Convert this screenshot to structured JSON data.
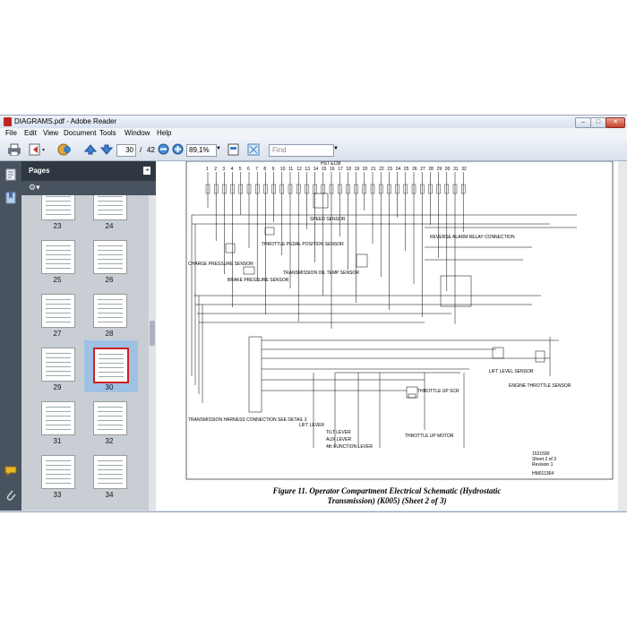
{
  "window": {
    "title": "DIAGRAMS.pdf - Adobe Reader",
    "minimize": "–",
    "maximize": "□",
    "close": "✕"
  },
  "menu": [
    "File",
    "Edit",
    "View",
    "Document",
    "Tools",
    "Window",
    "Help"
  ],
  "toolbar": {
    "page_current": "30",
    "page_sep": "/",
    "page_total": "42",
    "zoom": "89,1%",
    "find_placeholder": "Find"
  },
  "pages_panel": {
    "title": "Pages",
    "thumbnails": [
      "23",
      "24",
      "25",
      "26",
      "27",
      "28",
      "29",
      "30",
      "31",
      "32",
      "33",
      "34"
    ],
    "selected": "30"
  },
  "diagram": {
    "header": "HST ECM",
    "pins": [
      "1",
      "2",
      "3",
      "4",
      "5",
      "6",
      "7",
      "8",
      "9",
      "10",
      "11",
      "12",
      "13",
      "14",
      "15",
      "16",
      "17",
      "18",
      "19",
      "20",
      "21",
      "22",
      "23",
      "24",
      "25",
      "26",
      "27",
      "28",
      "29",
      "30",
      "31",
      "32"
    ],
    "labels": {
      "charge": "CHARGE PRESSURE SENSOR",
      "throttle_pedal": "THROTTLE PEDAL POSITION SENSOR",
      "speed": "SPEED SENSOR",
      "brake": "BRAKE PRESSURE SENSOR",
      "trans_oil": "TRANSMISSION OIL TEMP SENSOR",
      "reverse": "REVERSE ALARM RELAY CONNECTION",
      "lift_level": "LIFT LEVEL SENSOR",
      "engine_throttle": "ENGINE THROTTLE SENSOR",
      "throttle_up_scr": "THROTTLE UP SCR",
      "throttle_up_motor": "THROTTLE UP MOTOR",
      "harness": "TRANSMISSION HARNESS CONNECTION SEE DETAIL 3",
      "levers": [
        "LIFT LEVER",
        "TILT LEVER",
        "AUX LEVER",
        "4th FUNCTION LEVER"
      ]
    },
    "doc_number": "1521590",
    "sheet": "Sheet 2 of 3",
    "revision": "Revision 1",
    "drawing_id": "HM011364",
    "caption_line1": "Figure 11.  Operator Compartment Electrical Schematic (Hydrostatic",
    "caption_line2": "Transmission) (K005) (Sheet 2 of 3)"
  }
}
